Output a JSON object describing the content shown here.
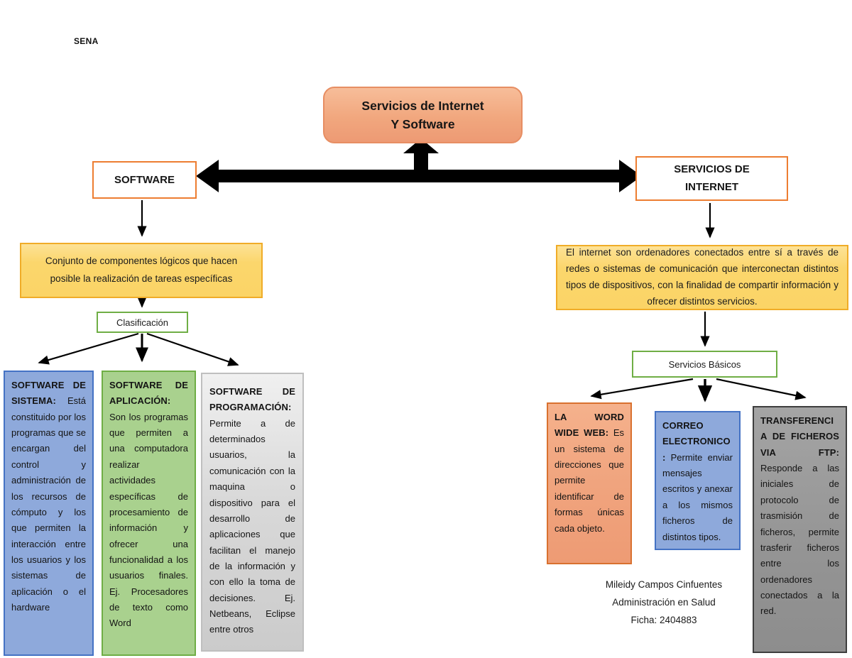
{
  "page": {
    "watermark": "SENA"
  },
  "root_node": {
    "line1": "Servicios de Internet",
    "line2": "Y Software"
  },
  "software_branch": {
    "node_label": "SOFTWARE",
    "definition": "Conjunto de componentes lógicos que hacen posible la realización de tareas específicas",
    "classifier_label": "Clasificación",
    "types": [
      {
        "title": "SOFTWARE DE SISTEMA:",
        "body": "Está constituido por los programas que se encargan del control y administración de los recursos de cómputo y los que permiten la interacción entre los usuarios y los sistemas de aplicación o el hardware"
      },
      {
        "title": "SOFTWARE DE APLICACIÓN:",
        "body": "Son los programas que permiten a una computadora realizar actividades específicas de procesamiento de información y ofrecer una funcionalidad a los usuarios finales. Ej. Procesadores de texto como Word"
      },
      {
        "title": "SOFTWARE DE PROGRAMACIÓN:",
        "body": "Permite a de determinados usuarios, la comunicación con la maquina o dispositivo para el desarrollo de aplicaciones que facilitan el manejo de la información y con ello la toma de decisiones. Ej. Netbeans, Eclipse entre otros"
      }
    ]
  },
  "internet_branch": {
    "node_line1": "SERVICIOS DE",
    "node_line2": "INTERNET",
    "definition": "El internet son ordenadores conectados entre sí a través de redes o sistemas de comunicación que interconectan distintos tipos de dispositivos, con la finalidad de compartir información y ofrecer distintos servicios.",
    "classifier_label": "Servicios Básicos",
    "services": [
      {
        "title": "LA WORD WIDE WEB:",
        "body": "Es un sistema de direcciones que permite identificar de formas únicas cada objeto."
      },
      {
        "title": "CORREO ELECTRONICO:",
        "body": "Permite enviar mensajes escritos y anexar a los mismos ficheros de distintos tipos."
      },
      {
        "title": "TRANSFERENCIA DE FICHEROS VIA FTP:",
        "body": "Responde a las iniciales de protocolo de trasmisión de ficheros, permite trasferir ficheros entre los ordenadores conectados a la red."
      }
    ]
  },
  "credits": {
    "author": "Mileidy Campos Cinfuentes",
    "program": "Administración en Salud",
    "record": "Ficha: 2404883"
  },
  "colors": {
    "node_border_orange": "#ED7D31",
    "root_fill": "#F1A77E",
    "definition_fill": "#FBD466",
    "definition_border": "#F0AC28",
    "classifier_border": "#6FAE45",
    "card_blue_fill": "#8EA9DB",
    "card_blue_border": "#4472C4",
    "card_green_fill": "#A9D18E",
    "card_gray_light_fill": "#D9D9D9",
    "card_salmon_fill": "#F0A47E",
    "card_salmon_border": "#D9712F",
    "card_gray_dark_fill": "#949494",
    "connector_color": "#000000"
  }
}
